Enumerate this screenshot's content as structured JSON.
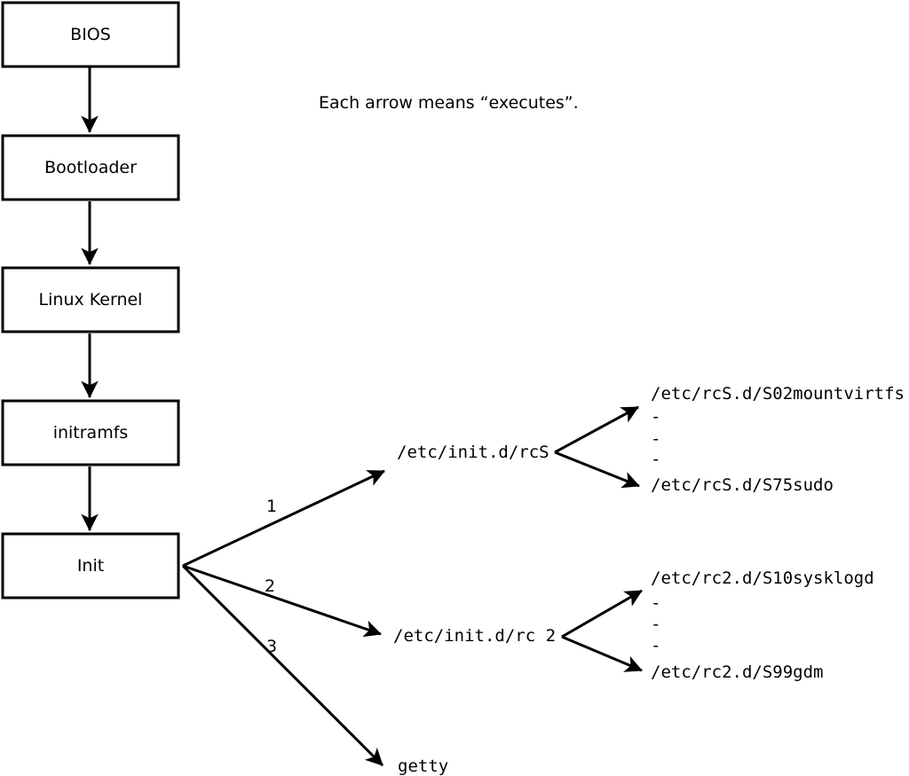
{
  "note": "Each arrow means “executes”.",
  "chain": [
    "BIOS",
    "Bootloader",
    "Linux Kernel",
    "initramfs",
    "Init"
  ],
  "branches": [
    {
      "label": "1",
      "target": "/etc/init.d/rcS",
      "children": [
        "/etc/rcS.d/S02mountvirtfs",
        "-",
        "-",
        "-",
        "/etc/rcS.d/S75sudo"
      ]
    },
    {
      "label": "2",
      "target": "/etc/init.d/rc 2",
      "children": [
        "/etc/rc2.d/S10sysklogd",
        "-",
        "-",
        "-",
        "/etc/rc2.d/S99gdm"
      ]
    },
    {
      "label": "3",
      "target": "getty",
      "children": []
    }
  ],
  "colors": {
    "line": "#000000",
    "box_fill": "#ffffff",
    "background": "#ffffff"
  }
}
